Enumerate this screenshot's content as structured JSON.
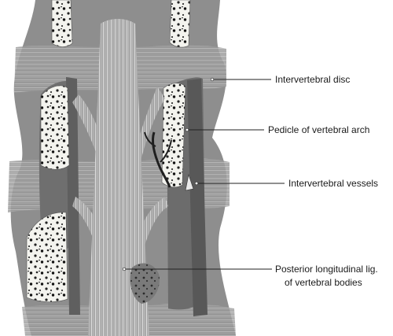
{
  "diagram": {
    "colors": {
      "background": "#ffffff",
      "tissue_dark": "#7d7d7d",
      "tissue_mid": "#9c9c9c",
      "tissue_light": "#b9b9b9",
      "bone": "#f3f3ee",
      "ligament": "#dcdcdc",
      "label_text": "#1a1a1a",
      "leader_line": "#222222"
    },
    "labels": [
      {
        "id": "intervertebral-disc",
        "text": "Intervertebral disc"
      },
      {
        "id": "pedicle",
        "text": "Pedicle of vertebral arch"
      },
      {
        "id": "vessels",
        "text": "Intervertebral vessels"
      },
      {
        "id": "posterior-ligament",
        "lines": [
          "Posterior longitudinal lig.",
          "of vertebral bodies"
        ]
      }
    ]
  }
}
